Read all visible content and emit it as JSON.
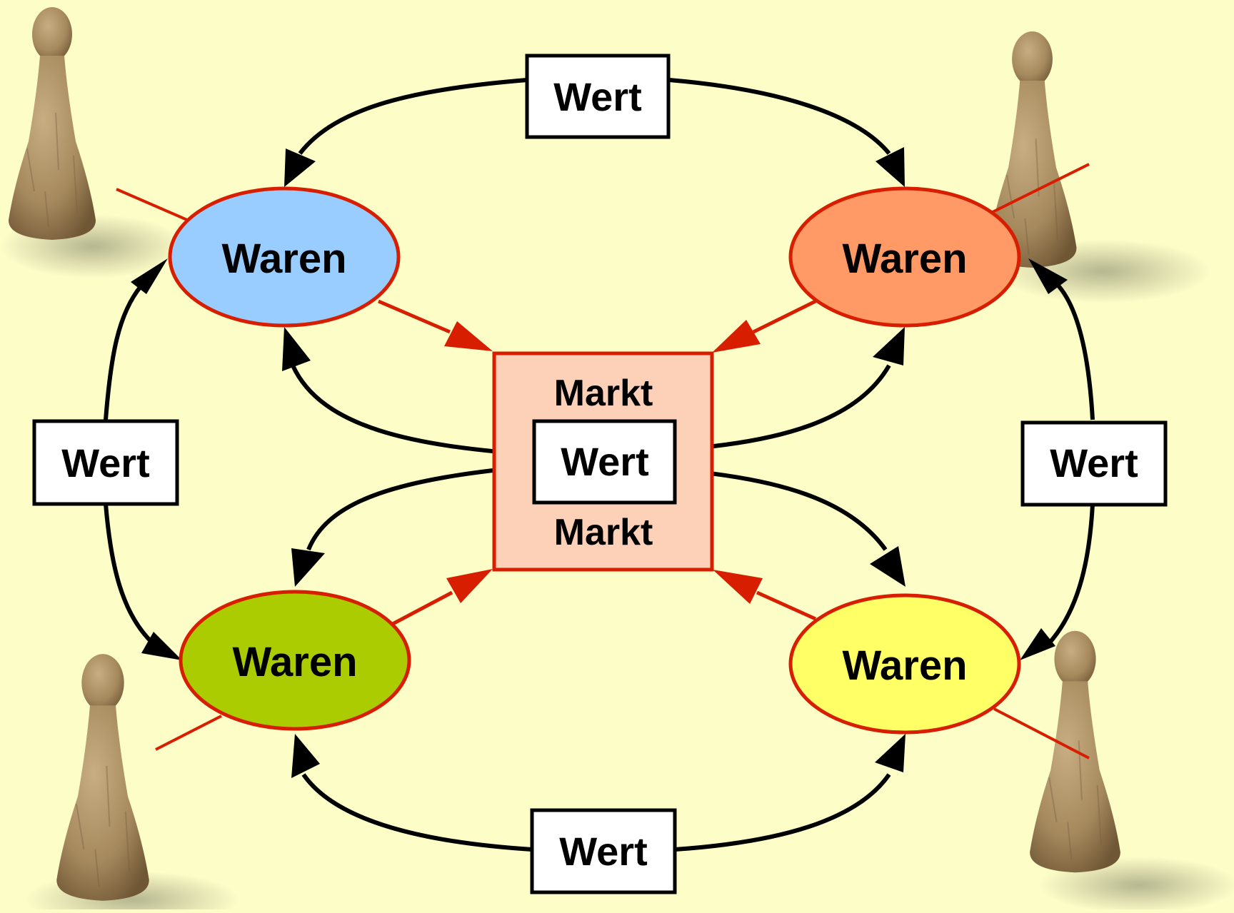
{
  "nodes": {
    "waren_tl": {
      "label": "Waren",
      "fill": "#99ccff"
    },
    "waren_tr": {
      "label": "Waren",
      "fill": "#ff9966"
    },
    "waren_bl": {
      "label": "Waren",
      "fill": "#aacc00"
    },
    "waren_br": {
      "label": "Waren",
      "fill": "#ffff66"
    }
  },
  "market": {
    "label_top": "Markt",
    "label_bottom": "Markt",
    "fill": "#fdd0b8"
  },
  "wert": {
    "top": "Wert",
    "left": "Wert",
    "right": "Wert",
    "bottom": "Wert",
    "center": "Wert"
  },
  "colors": {
    "background": "#fdfdc8",
    "ellipse_stroke": "#d81e00",
    "red_arrow": "#d81e00",
    "black_arrow": "#000000",
    "pawn_wood": "#a68a5e"
  },
  "decorations": [
    "pawn-figure",
    "pawn-figure",
    "pawn-figure",
    "pawn-figure"
  ]
}
